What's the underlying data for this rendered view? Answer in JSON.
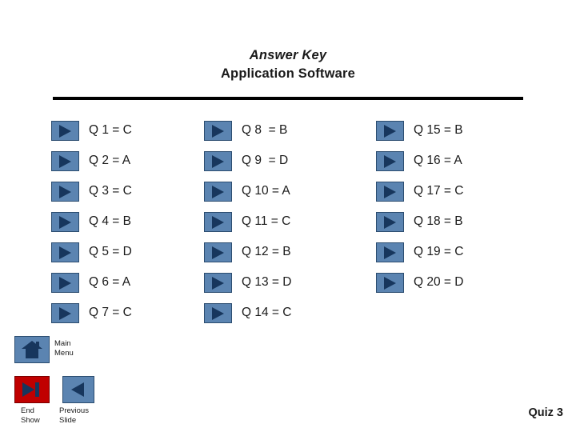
{
  "slide": {
    "title_line1": "Answer Key",
    "title_line2": "Application Software",
    "footer_right": "Quiz 3",
    "columns": [
      {
        "items": [
          {
            "label": "Q 1 = C"
          },
          {
            "label": "Q 2 = A"
          },
          {
            "label": "Q 3 = C"
          },
          {
            "label": "Q 4 = B"
          },
          {
            "label": "Q 5 = D"
          },
          {
            "label": "Q 6 = A"
          },
          {
            "label": "Q 7 = C"
          }
        ]
      },
      {
        "items": [
          {
            "label": "Q 8  = B"
          },
          {
            "label": "Q 9  = D"
          },
          {
            "label": "Q 10 = A"
          },
          {
            "label": "Q 11 = C"
          },
          {
            "label": "Q 12 = B"
          },
          {
            "label": "Q 13 = D"
          },
          {
            "label": "Q 14 = C"
          }
        ]
      },
      {
        "items": [
          {
            "label": "Q 15 = B"
          },
          {
            "label": "Q 16 = A"
          },
          {
            "label": "Q 17 = C"
          },
          {
            "label": "Q 18 = B"
          },
          {
            "label": "Q 19 = C"
          },
          {
            "label": "Q 20 = D"
          }
        ]
      }
    ],
    "nav": {
      "main_menu_line1": "Main",
      "main_menu_line2": "Menu",
      "end_show_line1": "End",
      "end_show_line2": "Show",
      "previous_line1": "Previous",
      "previous_line2": "Slide"
    },
    "colors": {
      "bullet_fill": "#5b84b1",
      "bullet_arrow": "#17365d",
      "end_show_fill": "#c00000",
      "rule": "#000000",
      "text": "#1a1a1a"
    }
  }
}
